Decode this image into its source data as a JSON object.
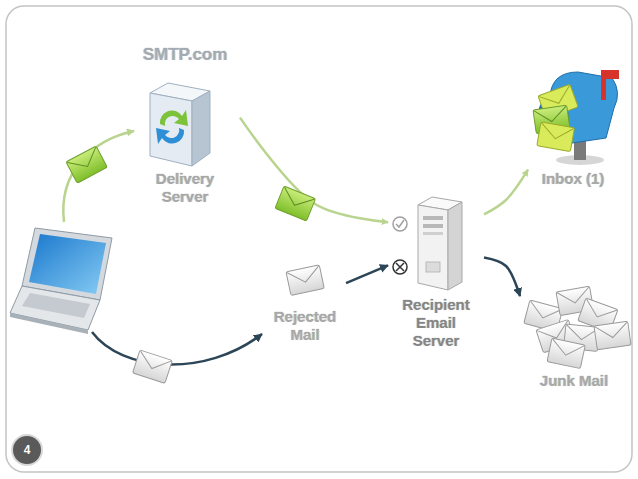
{
  "diagram": {
    "nodes": [
      {
        "text": [
          "SMTP.com",
          "Delivery Server"
        ]
      },
      {
        "text": [
          "Rejected Mail"
        ]
      },
      {
        "text": [
          "Recipient Email Server"
        ]
      },
      {
        "text": [
          "Inbox (1)"
        ]
      },
      {
        "text": [
          "Junk Mail"
        ]
      }
    ],
    "edges": [
      {
        "from": 0,
        "to": 2,
        "arrow": "to"
      },
      {
        "from": 1,
        "to": 2,
        "arrow": "to"
      },
      {
        "from": 2,
        "to": 3,
        "arrow": "to"
      },
      {
        "from": 2,
        "to": 4,
        "arrow": "to"
      }
    ],
    "labels": [
      "4"
    ]
  }
}
